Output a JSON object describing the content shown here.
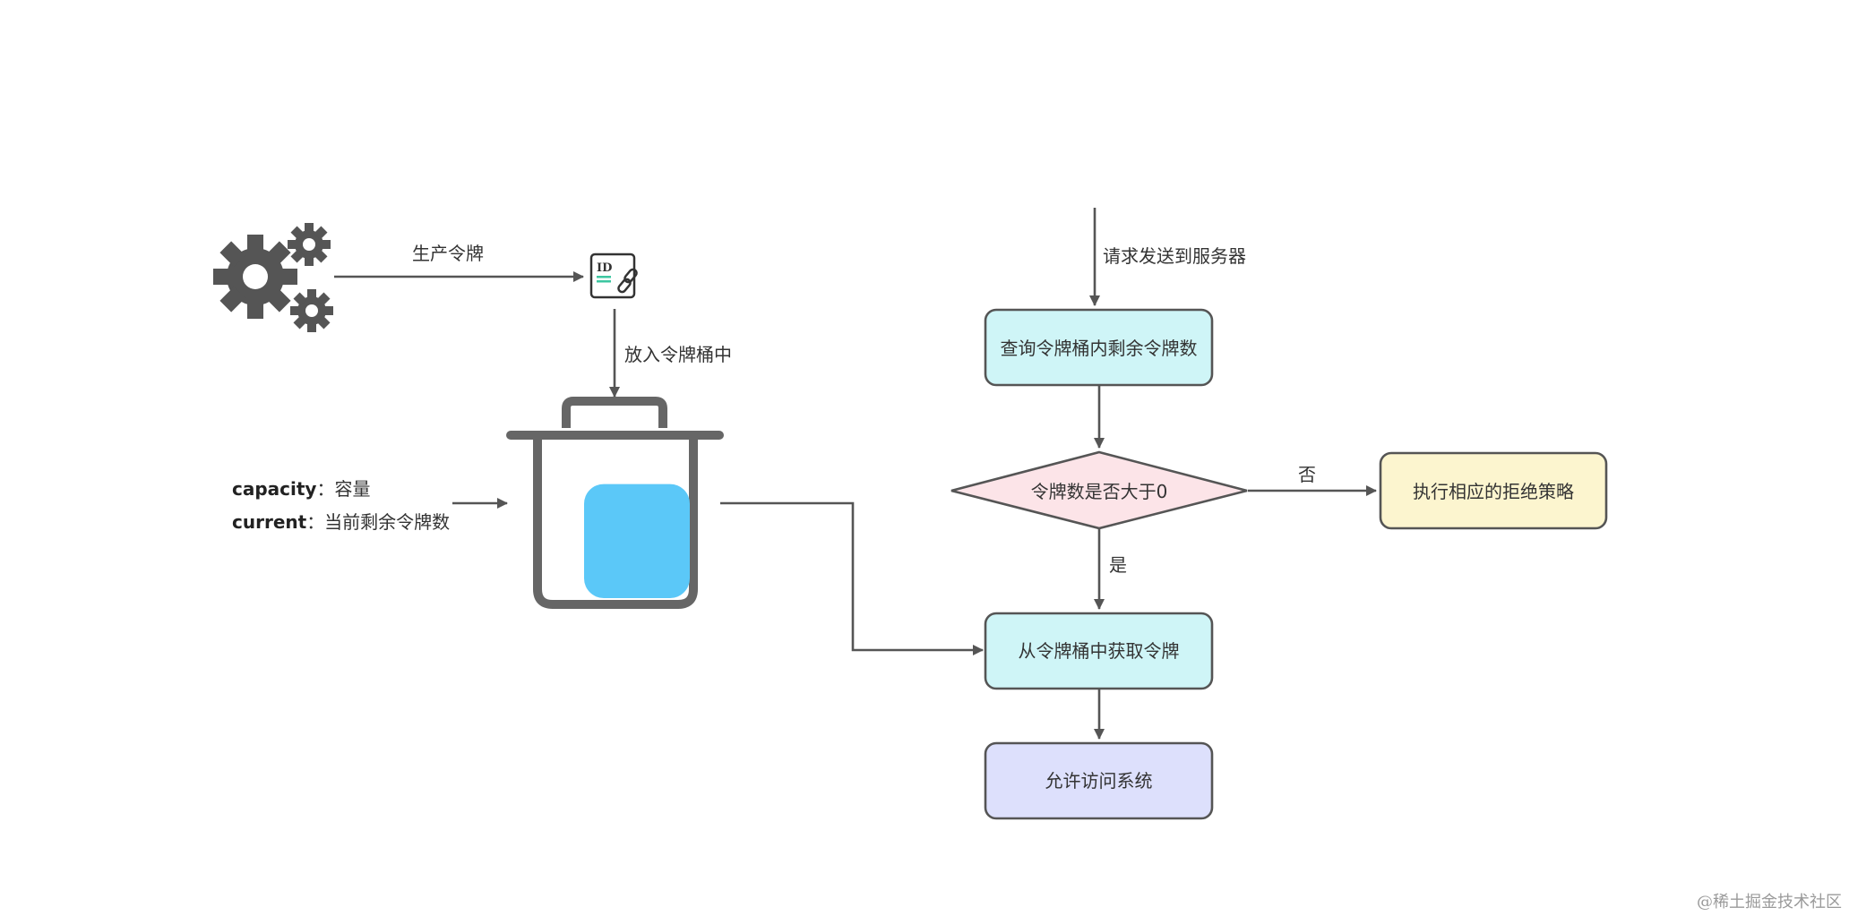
{
  "labels": {
    "produce": "生产令牌",
    "put_in_bucket": "放入令牌桶中",
    "request_sent": "请求发送到服务器",
    "capacity_key": "capacity",
    "capacity_desc": "：容量",
    "current_key": "current",
    "current_desc": "：当前剩余令牌数",
    "no": "否",
    "yes": "是"
  },
  "nodes": {
    "query": "查询令牌桶内剩余令牌数",
    "decision": "令牌数是否大于0",
    "reject": "执行相应的拒绝策略",
    "acquire": "从令牌桶中获取令牌",
    "allow": "允许访问系统"
  },
  "token_icon_text": "ID",
  "bucket_fill_level": 0.72,
  "icons": [
    "gears-icon",
    "token-id-icon",
    "bucket-icon"
  ],
  "colors": {
    "query_fill": "#cff5f7",
    "decision_fill": "#fce4e8",
    "reject_fill": "#fcf5cf",
    "acquire_fill": "#cff5f7",
    "allow_fill": "#dde0fc",
    "bucket_water": "#5bc8f8",
    "stroke": "#555555"
  },
  "watermark": "@稀土掘金技术社区"
}
